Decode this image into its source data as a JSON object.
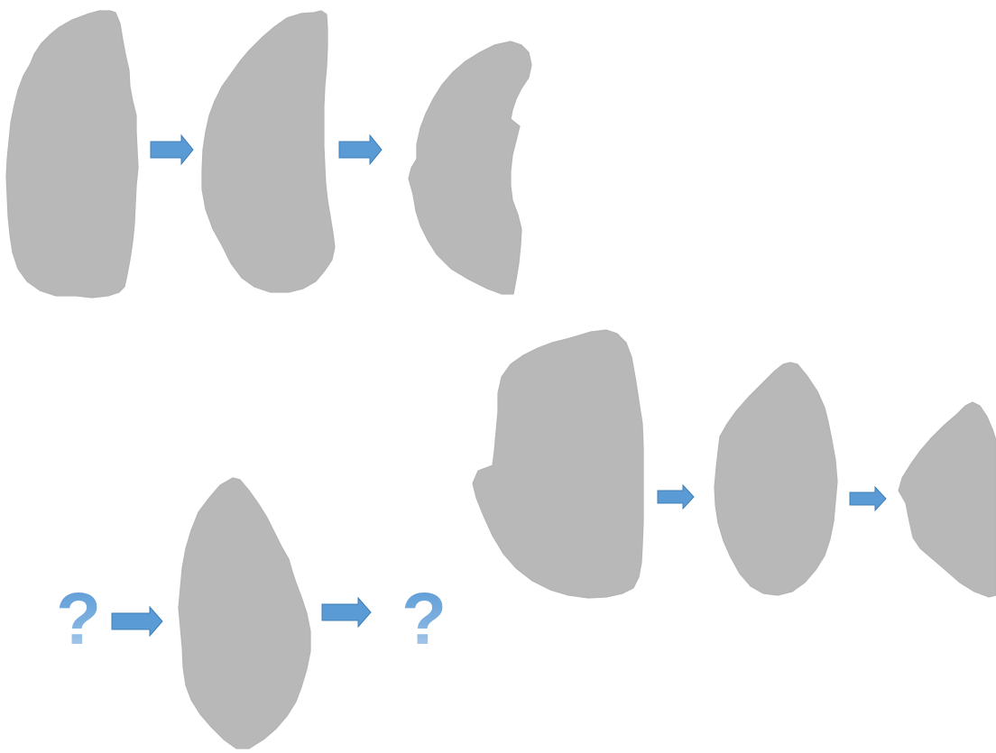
{
  "colors": {
    "shape_fill": "#b8b8b8",
    "arrow_fill": "#5b9bd5",
    "arrow_stroke": "#3f7fb8",
    "question_mark": "#5b9bd5",
    "background": "#ffffff"
  },
  "sequences": [
    {
      "id": "top-sequence",
      "description_of_items": [
        "shape",
        "arrow",
        "shape",
        "arrow",
        "shape"
      ]
    },
    {
      "id": "right-sequence",
      "description_of_items": [
        "shape",
        "arrow",
        "shape",
        "arrow",
        "shape"
      ]
    },
    {
      "id": "puzzle-sequence",
      "description_of_items": [
        "question-mark",
        "arrow",
        "shape",
        "arrow",
        "question-mark"
      ]
    }
  ],
  "puzzle": {
    "unknown_before": "?",
    "unknown_after": "?"
  },
  "icons": [
    "right-arrow-icon",
    "question-mark-icon"
  ]
}
